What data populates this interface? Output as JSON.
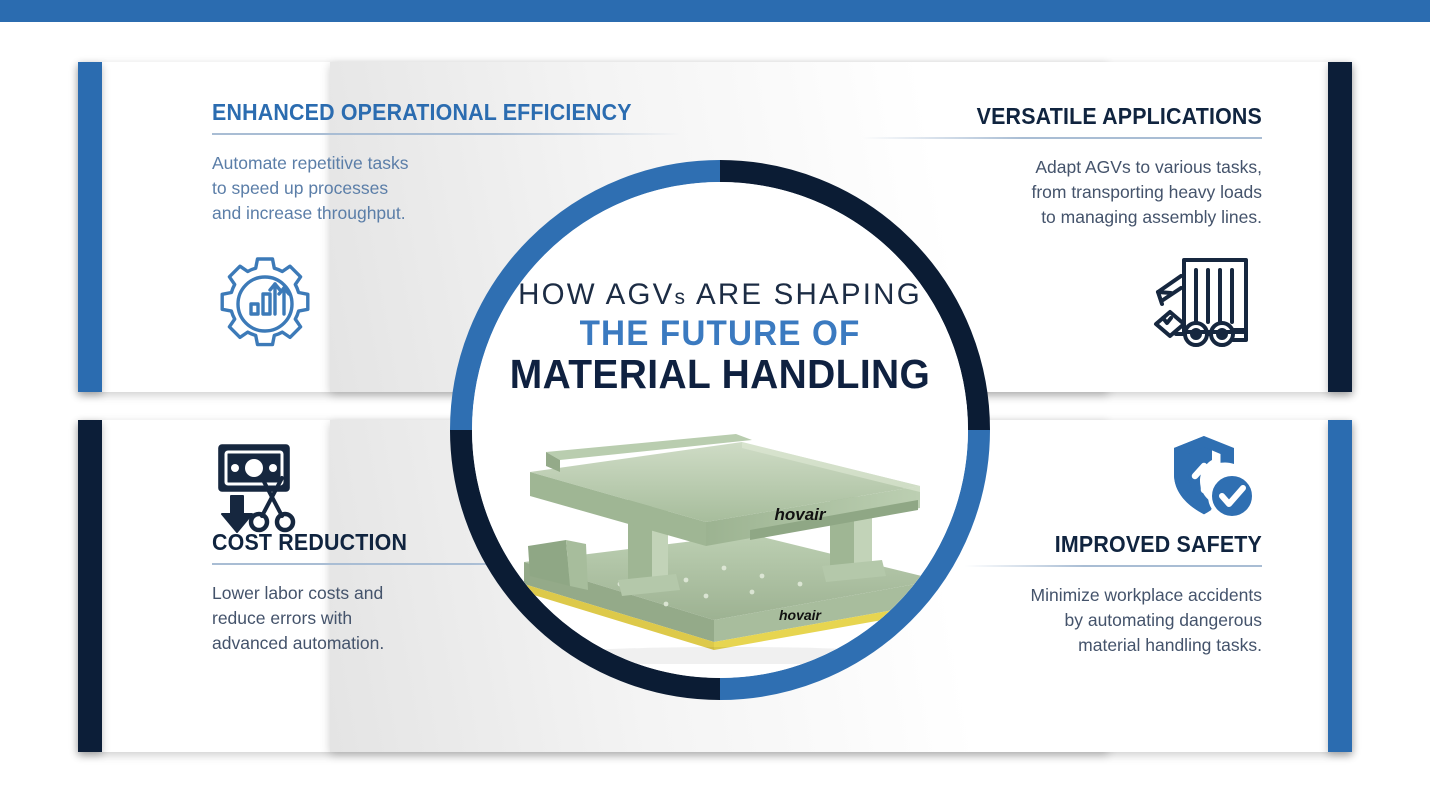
{
  "theme": {
    "blue": "#2b6cb0",
    "navy": "#0c1e38",
    "light_blue_text": "#5b7ea8",
    "slate_text": "#44536b",
    "accent_blue_title": "#2b6cb0",
    "center_blue": "#3b7ac0",
    "product_green": "#aec4a4",
    "product_yellow": "#e8d64a"
  },
  "center": {
    "line1": "HOW AGVs ARE SHAPING",
    "line1_main": "HOW AGV",
    "line1_sub": "s",
    "line1_tail": " ARE SHAPING",
    "line2": "THE FUTURE OF",
    "line3": "MATERIAL HANDLING",
    "product_label": "hovair",
    "product_label_2": "hovair",
    "ring_quadrants": [
      "blue",
      "navy",
      "navy",
      "blue"
    ]
  },
  "quadrants": [
    {
      "id": "top-left",
      "title": "ENHANCED OPERATIONAL EFFICIENCY",
      "body": "Automate repetitive tasks\nto speed up processes\nand increase throughput.",
      "icon": "gear-bar-chart-growth-icon",
      "accent_color": "#2b6cb0",
      "accent_side": "left",
      "title_color": "#2b6cb0"
    },
    {
      "id": "top-right",
      "title": "VERSATILE APPLICATIONS",
      "body": "Adapt AGVs to various tasks,\nfrom transporting heavy loads\nto managing assembly lines.",
      "icon": "trailer-truck-unloading-icon",
      "accent_color": "#0c1e38",
      "accent_side": "right",
      "title_color": "#10243f"
    },
    {
      "id": "bottom-left",
      "title": "COST REDUCTION",
      "body": "Lower labor costs and\nreduce errors with\nadvanced automation.",
      "icon": "banknote-scissors-down-arrow-icon",
      "accent_color": "#0c1e38",
      "accent_side": "left",
      "title_color": "#10243f"
    },
    {
      "id": "bottom-right",
      "title": "IMPROVED SAFETY",
      "body": "Minimize workplace accidents\nby automating dangerous\nmaterial handling tasks.",
      "icon": "shield-check-up-arrow-icon",
      "accent_color": "#2b6cb0",
      "accent_side": "right",
      "title_color": "#10243f"
    }
  ]
}
